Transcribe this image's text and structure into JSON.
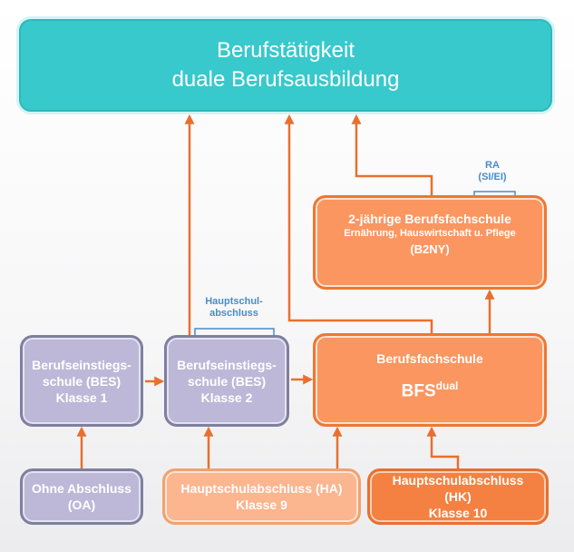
{
  "top": {
    "line1": "Berufstätigkeit",
    "line2": "duale Berufsausbildung"
  },
  "b2ny": {
    "line1": "2-jährige Berufsfachschule",
    "line2": "Ernährung, Hauswirtschaft u. Pflege",
    "line3": "(B2NY)"
  },
  "ra_label": {
    "line1": "RA",
    "line2": "(SI/EI)"
  },
  "hauptschul_label": {
    "line1": "Hauptschul-",
    "line2": "abschluss"
  },
  "bes1": {
    "line1": "Berufseinstiegs-",
    "line2": "schule (BES)",
    "line3": "Klasse 1"
  },
  "bes2": {
    "line1": "Berufseinstiegs-",
    "line2": "schule (BES)",
    "line3": "Klasse 2"
  },
  "bfs": {
    "title": "Berufsfachschule",
    "name": "BFS",
    "sup": "dual"
  },
  "oa": {
    "line1": "Ohne Abschluss",
    "line2": "(OA)"
  },
  "ha": {
    "line1": "Hauptschulabschluss (HA)",
    "line2": "Klasse 9"
  },
  "hk": {
    "line1": "Hauptschulabschluss",
    "line2": "(HK)",
    "line3": "Klasse 10"
  },
  "colors": {
    "teal": "#37c9cc",
    "purple": "#bdb8d8",
    "orange": "#fb9660",
    "arrow": "#e8702f",
    "annotation": "#4a8cc7"
  }
}
